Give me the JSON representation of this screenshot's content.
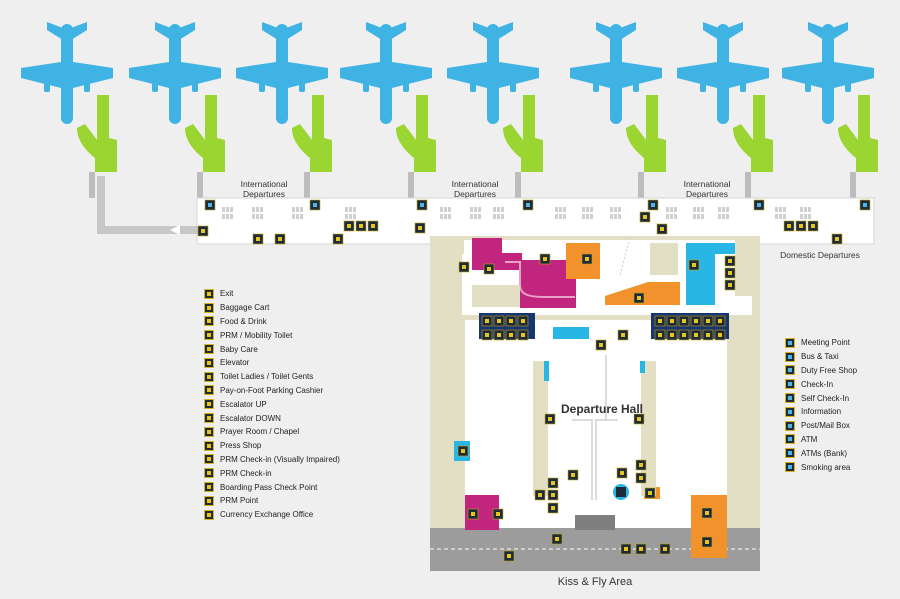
{
  "labels": {
    "intl_departures_1": "International Departures",
    "intl_departures_2": "International Departures",
    "intl_departures_3": "International Departures",
    "domestic_departures": "Domestic Departures",
    "departure_hall": "Departure Hall",
    "kiss_fly": "Kiss & Fly Area"
  },
  "legend_left": [
    {
      "label": "Exit",
      "icon": "exit-icon"
    },
    {
      "label": "Baggage Cart",
      "icon": "baggage-cart-icon"
    },
    {
      "label": "Food & Drink",
      "icon": "food-drink-icon"
    },
    {
      "label": "PRM / Mobility Toilet",
      "icon": "prm-toilet-icon"
    },
    {
      "label": "Baby Care",
      "icon": "baby-care-icon"
    },
    {
      "label": "Elevator",
      "icon": "elevator-icon"
    },
    {
      "label": "Toilet Ladies / Toilet Gents",
      "icon": "toilet-icon"
    },
    {
      "label": "Pay-on-Foot Parking Cashier",
      "icon": "parking-cashier-icon"
    },
    {
      "label": "Escalator UP",
      "icon": "escalator-up-icon"
    },
    {
      "label": "Escalator DOWN",
      "icon": "escalator-down-icon"
    },
    {
      "label": "Prayer Room / Chapel",
      "icon": "prayer-room-icon"
    },
    {
      "label": "Press Shop",
      "icon": "press-shop-icon"
    },
    {
      "label": "PRM Check-in (Visually Impaired)",
      "icon": "prm-checkin-visual-icon"
    },
    {
      "label": "PRM Check-in",
      "icon": "prm-checkin-icon"
    },
    {
      "label": "Boarding Pass Check Point",
      "icon": "boarding-pass-icon"
    },
    {
      "label": "PRM Point",
      "icon": "prm-point-icon"
    },
    {
      "label": "Currency Exchange Office",
      "icon": "currency-exchange-icon"
    }
  ],
  "legend_right": [
    {
      "label": "Meeting Point",
      "icon": "meeting-point-icon"
    },
    {
      "label": "Bus & Taxi",
      "icon": "bus-taxi-icon"
    },
    {
      "label": "Duty Free Shop",
      "icon": "duty-free-icon"
    },
    {
      "label": "Check-In",
      "icon": "check-in-icon"
    },
    {
      "label": "Self Check-In",
      "icon": "self-check-in-icon"
    },
    {
      "label": "Information",
      "icon": "information-icon"
    },
    {
      "label": "Post/Mail Box",
      "icon": "mail-box-icon"
    },
    {
      "label": "ATM",
      "icon": "atm-icon"
    },
    {
      "label": "ATMs (Bank)",
      "icon": "atm-bank-icon"
    },
    {
      "label": "Smoking area",
      "icon": "smoking-area-icon"
    }
  ],
  "colors": {
    "plane": "#3fb3e4",
    "jetbridge": "#9bd531",
    "magenta": "#c2257e",
    "orange": "#f2922d",
    "cyan": "#27b6e6",
    "navy": "#17356f",
    "beige": "#e5e1c8",
    "grey": "#c8c8c8",
    "road": "#9b9b9b",
    "icon_bg": "#1e2b38",
    "icon_fg": "#e8c51a"
  }
}
